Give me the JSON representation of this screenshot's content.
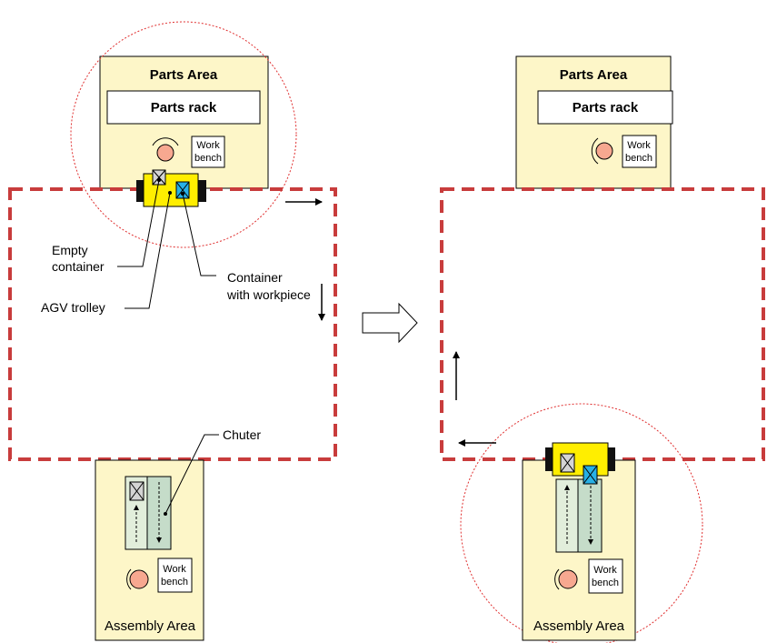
{
  "colors": {
    "area_fill": "#fdf6c8",
    "agv_fill": "#ffee00",
    "route_dash": "#c83c3c",
    "circle_dash": "#e03030",
    "chute_fill": "#e2eedb",
    "chute_dark": "#c5dcc9",
    "container_gray": "#d4d4d4",
    "container_blue": "#27b0e6",
    "worker_fill": "#f7a890"
  },
  "left_panel": {
    "parts_area_title": "Parts Area",
    "parts_rack_label": "Parts rack",
    "workbench_line1": "Work",
    "workbench_line2": "bench",
    "callouts": {
      "empty_container_line1": "Empty",
      "empty_container_line2": "container",
      "agv_trolley": "AGV trolley",
      "container_line1": "Container",
      "container_line2": "with workpiece",
      "chuter": "Chuter"
    },
    "assembly_workbench_line1": "Work",
    "assembly_workbench_line2": "bench",
    "assembly_area_title": "Assembly Area"
  },
  "right_panel": {
    "parts_area_title": "Parts Area",
    "parts_rack_label": "Parts rack",
    "workbench_line1": "Work",
    "workbench_line2": "bench",
    "assembly_workbench_line1": "Work",
    "assembly_workbench_line2": "bench",
    "assembly_area_title": "Assembly Area"
  }
}
